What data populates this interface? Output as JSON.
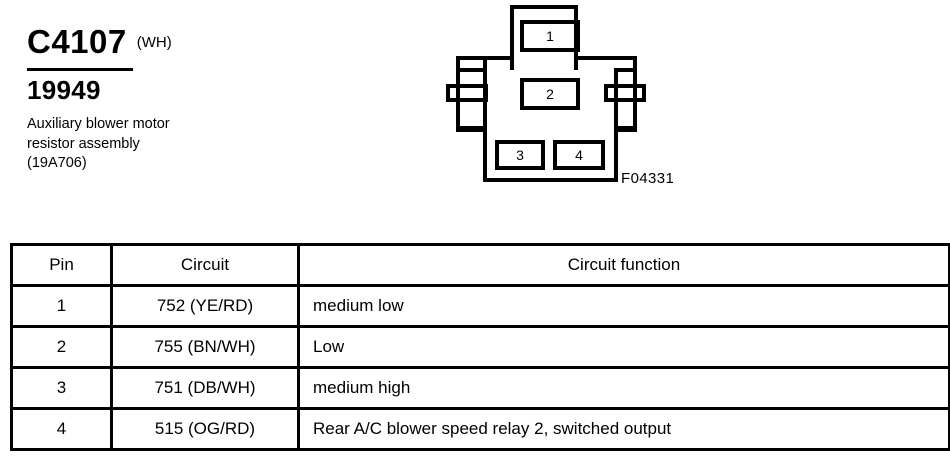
{
  "header": {
    "connector_id": "C4107",
    "color_code": "(WH)",
    "part_number": "19949",
    "description_lines": [
      "Auxiliary blower motor",
      "resistor assembly",
      "(19A706)"
    ]
  },
  "connector": {
    "figure_ref": "F04331",
    "pins": [
      {
        "number": "1"
      },
      {
        "number": "2"
      },
      {
        "number": "3"
      },
      {
        "number": "4"
      }
    ]
  },
  "table": {
    "headers": {
      "pin": "Pin",
      "circuit": "Circuit",
      "function": "Circuit function"
    },
    "rows": [
      {
        "pin": "1",
        "circuit": "752 (YE/RD)",
        "function": "medium low"
      },
      {
        "pin": "2",
        "circuit": "755 (BN/WH)",
        "function": "Low"
      },
      {
        "pin": "3",
        "circuit": "751 (DB/WH)",
        "function": "medium high"
      },
      {
        "pin": "4",
        "circuit": "515 (OG/RD)",
        "function": "Rear A/C blower speed relay 2, switched output"
      }
    ]
  },
  "colors": {
    "ink": "#000000",
    "background": "#ffffff"
  }
}
